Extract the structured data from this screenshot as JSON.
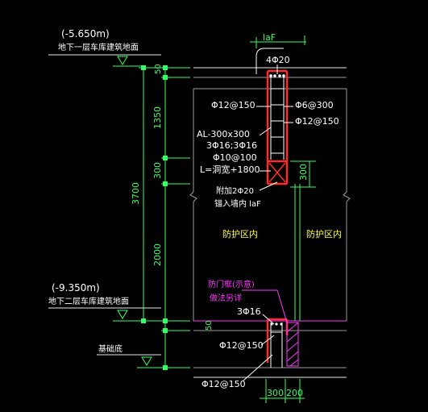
{
  "colors": {
    "background": "#000000",
    "dimension_green": "#33ff66",
    "wall_red": "#ff2a2a",
    "text_white": "#ffffff",
    "text_yellow": "#ffff33",
    "magenta": "#ff33ff",
    "slab_grey": "#9a9a9a",
    "floor_white": "#e8e8e8"
  },
  "levels": {
    "b1_elev": "(-5.650m)",
    "b1_label": "地下一层车库建筑地面",
    "b2_elev": "(-9.350m)",
    "b2_label": "地下二层车库建筑地面",
    "foundation_label": "基础底"
  },
  "dimensions": {
    "v_50_top": "50",
    "v_1350": "1350",
    "v_300_left": "300",
    "v_3700": "3700",
    "v_2000": "2000",
    "v_50_bottom": "50",
    "v_300_right": "300",
    "h_300": "300",
    "h_200": "200",
    "laF_top": "laF"
  },
  "annotations": {
    "top_bars": "4Φ20",
    "left_stirrup": "Φ12@150",
    "right_tie": "Φ6@300",
    "right_stirrup": "Φ12@150",
    "beam_name": "AL-300x300",
    "beam_bars": "3Φ16;3Φ16",
    "beam_stirrup": "Φ10@100",
    "beam_length": "L=洞宽+1800",
    "extra_bars": "附加2Φ20",
    "anchor": "锚入墙内 laF",
    "zone_left": "防护区内",
    "zone_right": "防护区内",
    "door_frame": "防门框(示意)",
    "door_detail": "做法另详",
    "bottom_bars": "3Φ16",
    "bottom_stirrup_1": "Φ12@150",
    "bottom_stirrup_2": "Φ12@150"
  }
}
